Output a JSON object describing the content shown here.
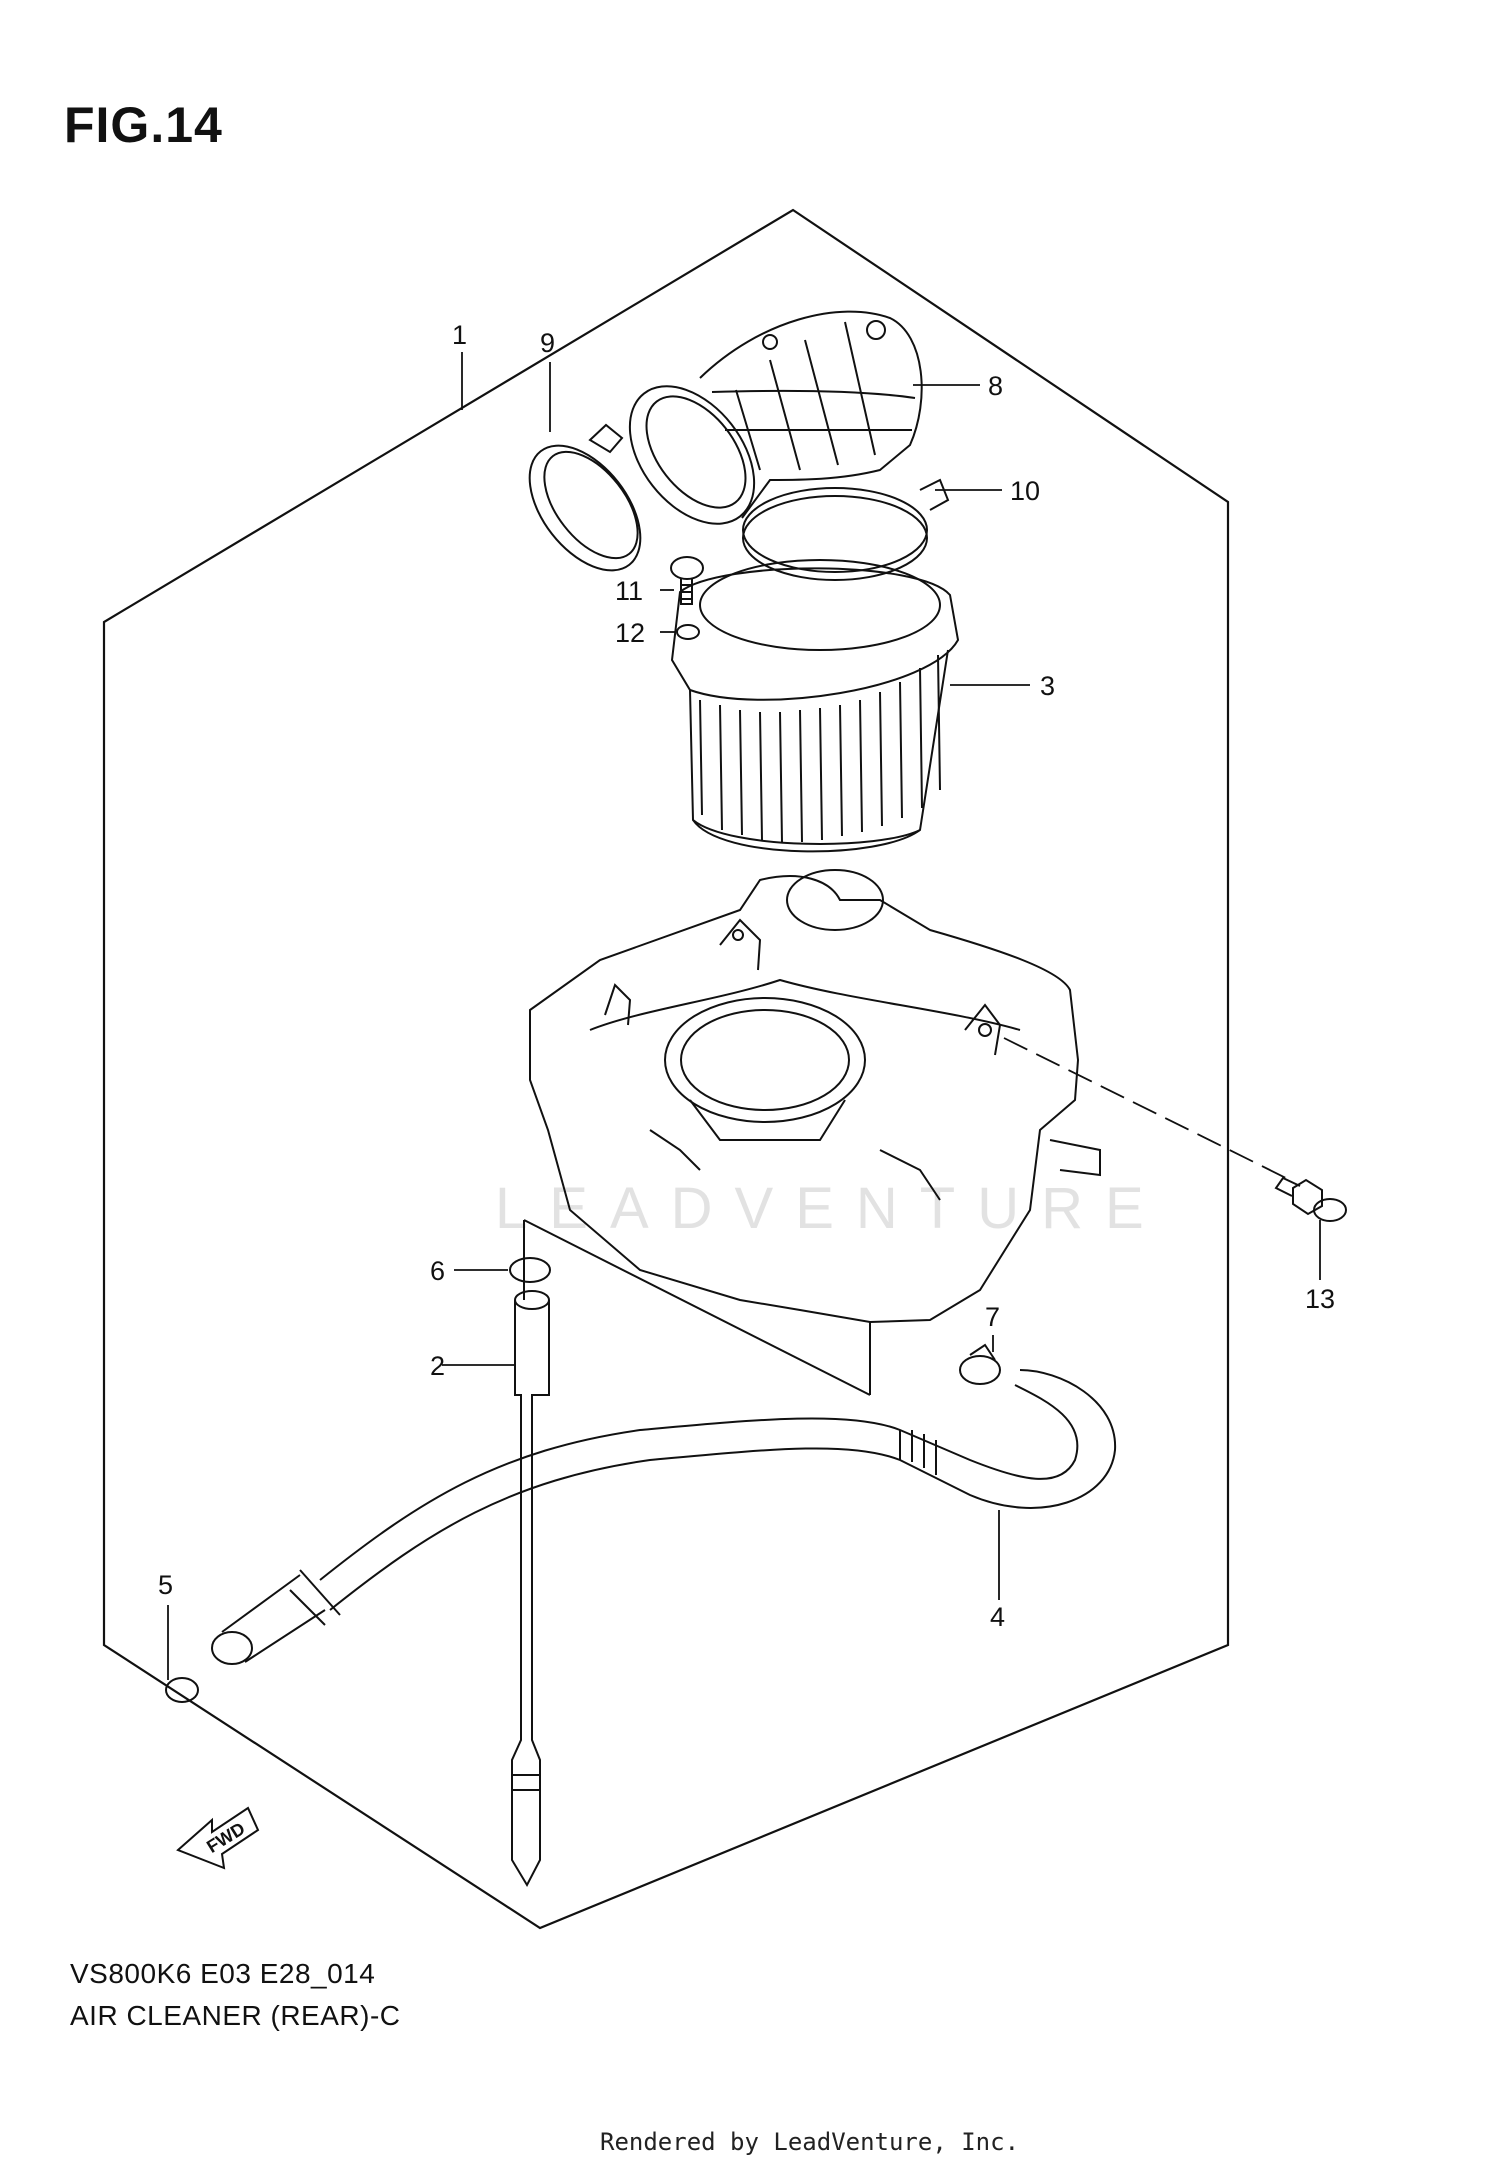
{
  "figure": {
    "title": "FIG.14"
  },
  "callouts": [
    "1",
    "2",
    "3",
    "4",
    "5",
    "6",
    "7",
    "8",
    "9",
    "10",
    "11",
    "12",
    "13"
  ],
  "direction_label": "FWD",
  "watermark": "LEADVENTURE",
  "footer": {
    "code": "VS800K6 E03 E28_014",
    "title": "AIR CLEANER (REAR)-C",
    "rendered_by": "Rendered by LeadVenture, Inc."
  }
}
